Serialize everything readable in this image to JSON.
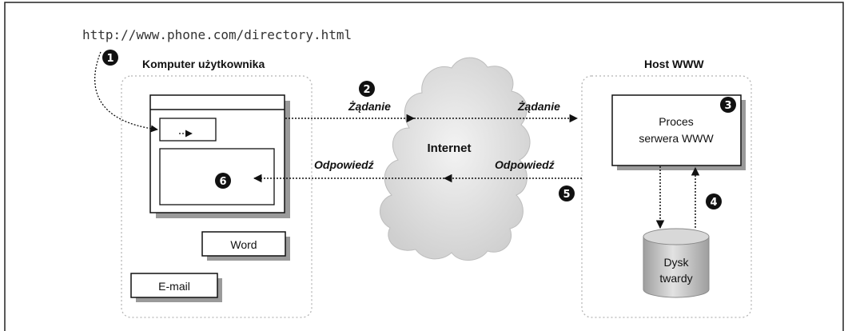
{
  "url": "http://www.phone.com/directory.html",
  "user_computer": {
    "title": "Komputer użytkownika",
    "apps": [
      "Word",
      "E-mail"
    ]
  },
  "cloud": {
    "label": "Internet"
  },
  "host": {
    "title": "Host WWW",
    "process": [
      "Proces",
      "serwera WWW"
    ],
    "disk": [
      "Dysk",
      "twardy"
    ]
  },
  "arrows": {
    "request": "Żądanie",
    "response": "Odpowiedź"
  },
  "steps": [
    "1",
    "2",
    "3",
    "4",
    "5",
    "6"
  ],
  "colors": {
    "line": "#111111",
    "dotted_box": "#b5b5b5",
    "cloud_fill": "#e4e4e4",
    "disk_fill": "#c9c9c9",
    "shadow": "#9a9a9a"
  }
}
